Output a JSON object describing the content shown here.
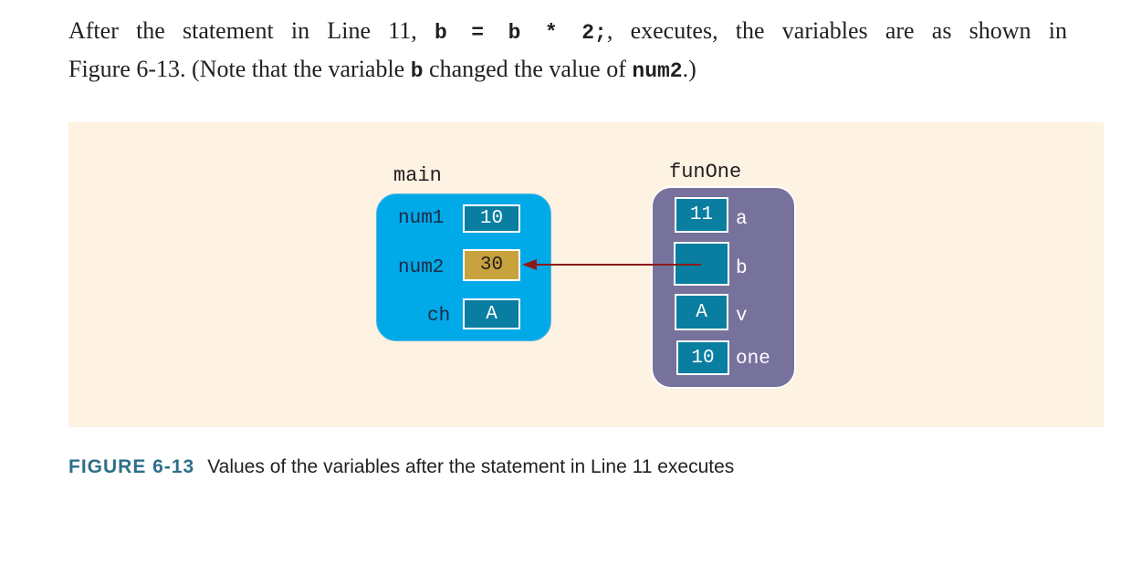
{
  "paragraph": {
    "part1": "After the statement in Line 11, ",
    "code1": "b = b * 2;",
    "part2": ", executes, the variables are as shown in",
    "part3": "Figure 6-13. (Note that the variable ",
    "code2": "b",
    "part4": " changed the value of ",
    "code3": "num2",
    "part5": ".)"
  },
  "diagram": {
    "main": {
      "title": "main",
      "vars": [
        {
          "name": "num1",
          "value": "10"
        },
        {
          "name": "num2",
          "value": "30"
        },
        {
          "name": "ch",
          "value": "A"
        }
      ]
    },
    "funOne": {
      "title": "funOne",
      "vars": [
        {
          "name": "a",
          "value": "11"
        },
        {
          "name": "b",
          "value": ""
        },
        {
          "name": "v",
          "value": "A"
        },
        {
          "name": "one",
          "value": "10"
        }
      ]
    },
    "colors": {
      "panel_bg": "#fef2e3",
      "main_frame": "#00a9e8",
      "fun_frame": "#76729c",
      "cell": "#0a7ea1",
      "changed_cell": "#c8a23c",
      "arrow": "#8b1a1a"
    }
  },
  "caption": {
    "number": "FIGURE 6-13",
    "text": "Values of the variables after the statement in Line 11 executes"
  }
}
